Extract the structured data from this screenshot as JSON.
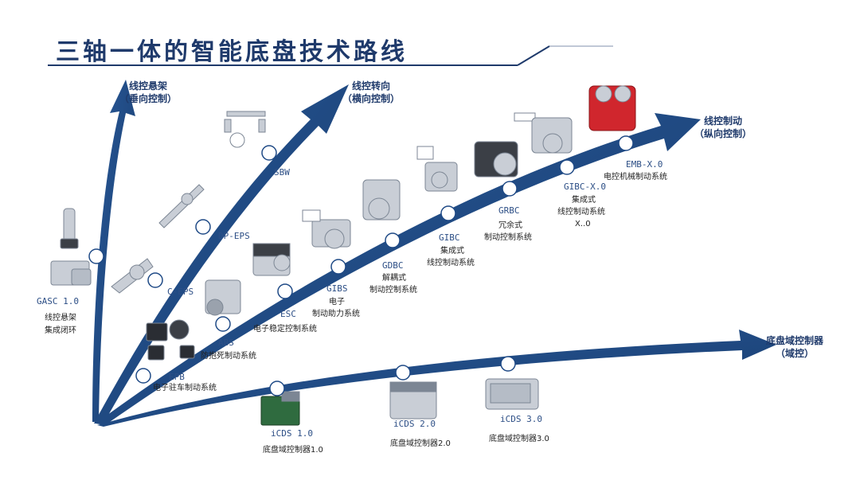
{
  "title": "三轴一体的智能底盘技术路线",
  "colors": {
    "arrow": "#1f4a86",
    "arrowDark": "#163a6b",
    "title": "#1f3a6b",
    "node": "#ffffff"
  },
  "axes": {
    "vertical": {
      "name": "线控悬架",
      "sub": "（垂向控制）"
    },
    "lateral": {
      "name": "线控转向",
      "sub": "（横向控制）"
    },
    "longitudinal": {
      "name": "线控制动",
      "sub": "（纵向控制）"
    },
    "domain": {
      "name": "底盘域控制器",
      "sub": "（域控）"
    }
  },
  "suspension": {
    "code": "GASC 1.0",
    "desc1": "线控悬架",
    "desc2": "集成闭环"
  },
  "steering": [
    {
      "code": "C-EPS"
    },
    {
      "code": "DP-EPS"
    },
    {
      "code": "SBW"
    }
  ],
  "braking": [
    {
      "code": "EPB",
      "desc": "电子驻车制动系统"
    },
    {
      "code": "ABS",
      "desc": "防抱死制动系统"
    },
    {
      "code": "ESC",
      "desc": "电子稳定控制系统"
    },
    {
      "code": "GIBS",
      "desc1": "电子",
      "desc2": "制动助力系统"
    },
    {
      "code": "GDBC",
      "desc1": "解耦式",
      "desc2": "制动控制系统"
    },
    {
      "code": "GIBC",
      "desc1": "集成式",
      "desc2": "线控制动系统"
    },
    {
      "code": "GRBC",
      "desc1": "冗余式",
      "desc2": "制动控制系统"
    },
    {
      "code": "GIBC-X.0",
      "desc1": "集成式",
      "desc2": "线控制动系统",
      "desc3": "X..0"
    },
    {
      "code": "EMB-X.0",
      "desc": "电控机械制动系统"
    }
  ],
  "domain": [
    {
      "code": "iCDS 1.0",
      "desc": "底盘域控制器1.0"
    },
    {
      "code": "iCDS 2.0",
      "desc": "底盘域控制器2.0"
    },
    {
      "code": "iCDS 3.0",
      "desc": "底盘域控制器3.0"
    }
  ]
}
